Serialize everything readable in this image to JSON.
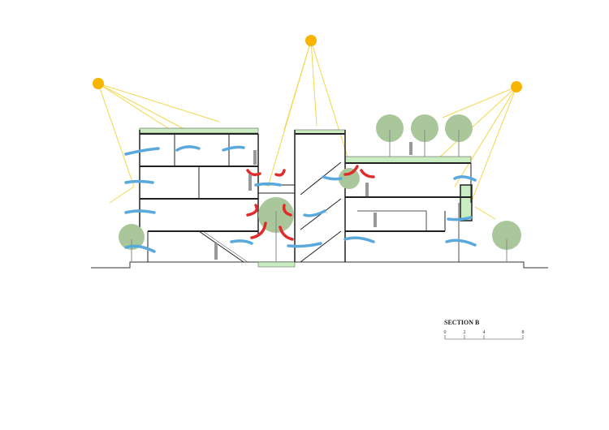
{
  "title": "SECTION B",
  "scale": {
    "ticks": [
      "0",
      "2",
      "4",
      "8"
    ]
  },
  "colors": {
    "sun": "#f7b500",
    "ray": "#f3d64a",
    "air_cool": "#5aa9dc",
    "air_hot": "#e02b2b",
    "tree": "#a9c79b",
    "green_roof": "#c9ecc0",
    "structure": "#222222"
  }
}
